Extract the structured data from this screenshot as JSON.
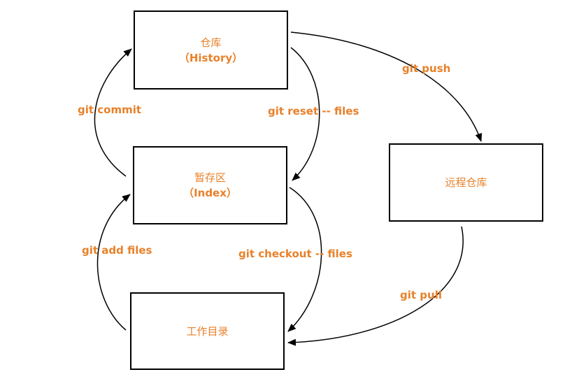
{
  "colors": {
    "text": "#e8812a",
    "line": "#000000",
    "box_border": "#000000"
  },
  "boxes": {
    "history": {
      "title": "仓库",
      "subtitle": "（History）"
    },
    "index": {
      "title": "暂存区",
      "subtitle": "（Index）"
    },
    "workdir": {
      "title": "工作目录"
    },
    "remote": {
      "title": "远程仓库"
    }
  },
  "edges": {
    "git_push": "git push",
    "git_commit": "git commit",
    "git_reset": "git reset -- files",
    "git_add": "git add files",
    "git_checkout": "git checkout -- files",
    "git_pull": "git pull"
  }
}
